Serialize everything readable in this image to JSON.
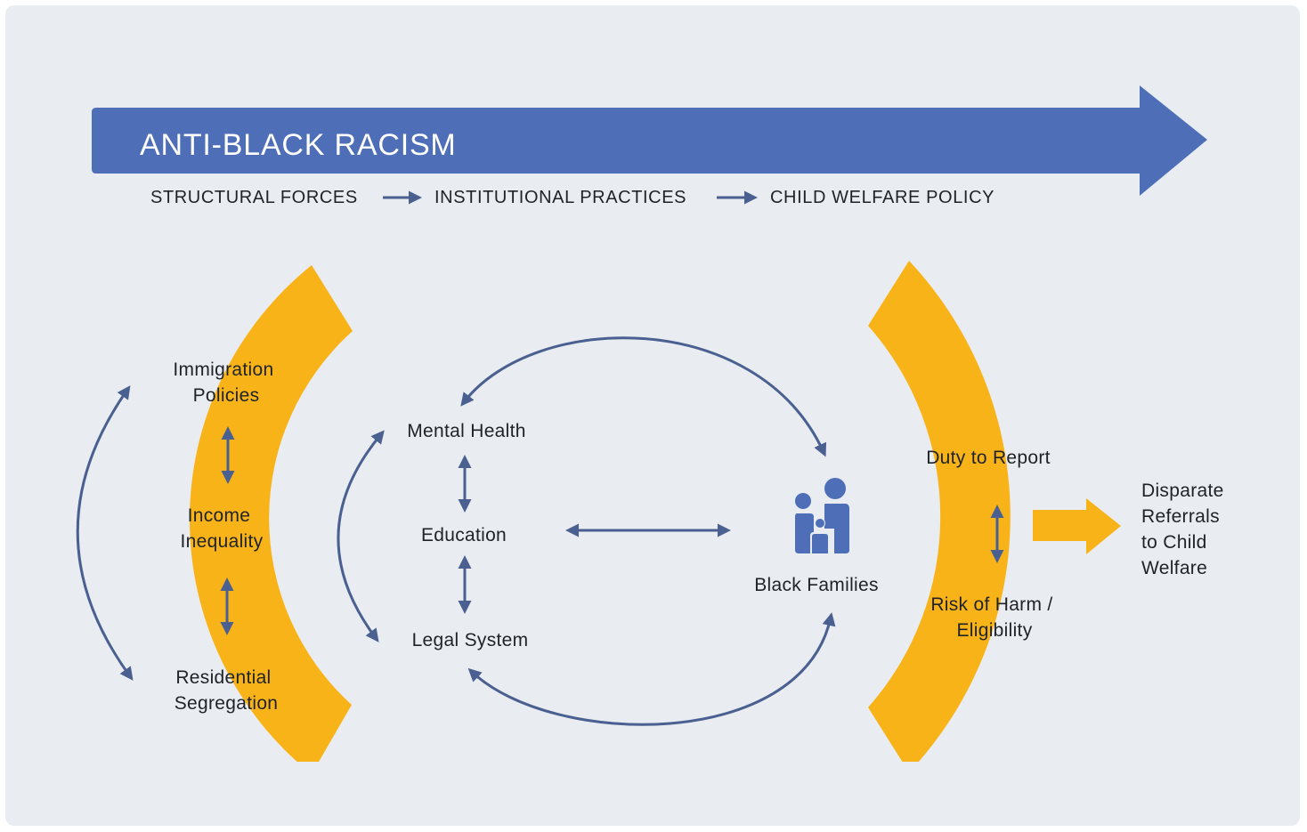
{
  "banner": {
    "title": "ANTI-BLACK RACISM",
    "flow": [
      "STRUCTURAL FORCES",
      "INSTITUTIONAL PRACTICES",
      "CHILD WELFARE POLICY"
    ]
  },
  "structural_forces": {
    "immigration": [
      "Immigration",
      "Policies"
    ],
    "income": [
      "Income",
      "Inequality"
    ],
    "segregation": [
      "Residential",
      "Segregation"
    ]
  },
  "institutional_practices": {
    "mental_health": "Mental Health",
    "education": "Education",
    "legal_system": "Legal System"
  },
  "families": {
    "label": "Black Families",
    "icon": "family-icon"
  },
  "child_welfare": {
    "duty": "Duty to Report",
    "risk": [
      "Risk of Harm /",
      "Eligibility"
    ]
  },
  "outcome": [
    "Disparate",
    "Referrals",
    "to Child",
    "Welfare"
  ],
  "colors": {
    "background": "#e9ecf1",
    "banner": "#4e6fb7",
    "arc": "#f8b319",
    "connector": "#4a6090",
    "text": "#1f2328"
  }
}
